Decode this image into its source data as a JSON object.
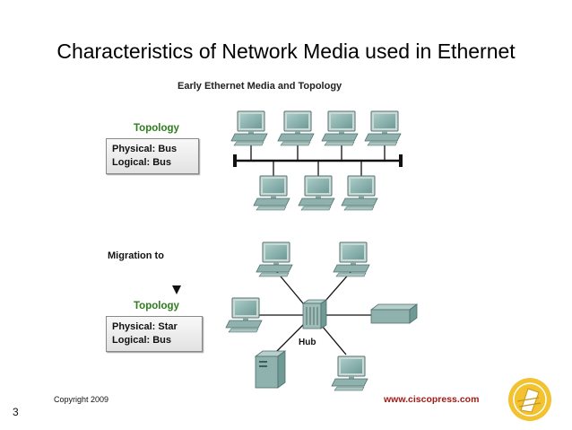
{
  "slide": {
    "title": "Characteristics of Network Media used in Ethernet",
    "number": "3",
    "copyright": "Copyright 2009",
    "url": "www.ciscopress.com"
  },
  "diagram": {
    "title": "Early Ethernet Media and Topology",
    "early": {
      "heading": "Topology",
      "physical": "Physical: Bus",
      "logical": "Logical: Bus"
    },
    "migration": "Migration to",
    "current": {
      "heading": "Topology",
      "physical": "Physical: Star",
      "logical": "Logical: Bus"
    },
    "hub_label": "Hub"
  },
  "colors": {
    "heading_green": "#2e7d1e",
    "arrow_orange": "#f0a020",
    "url_red": "#a31a14",
    "device_teal": "#6f9a96"
  },
  "icons": [
    "workstation-icon",
    "hub-icon",
    "server-icon",
    "switch-icon",
    "logo-icon"
  ]
}
